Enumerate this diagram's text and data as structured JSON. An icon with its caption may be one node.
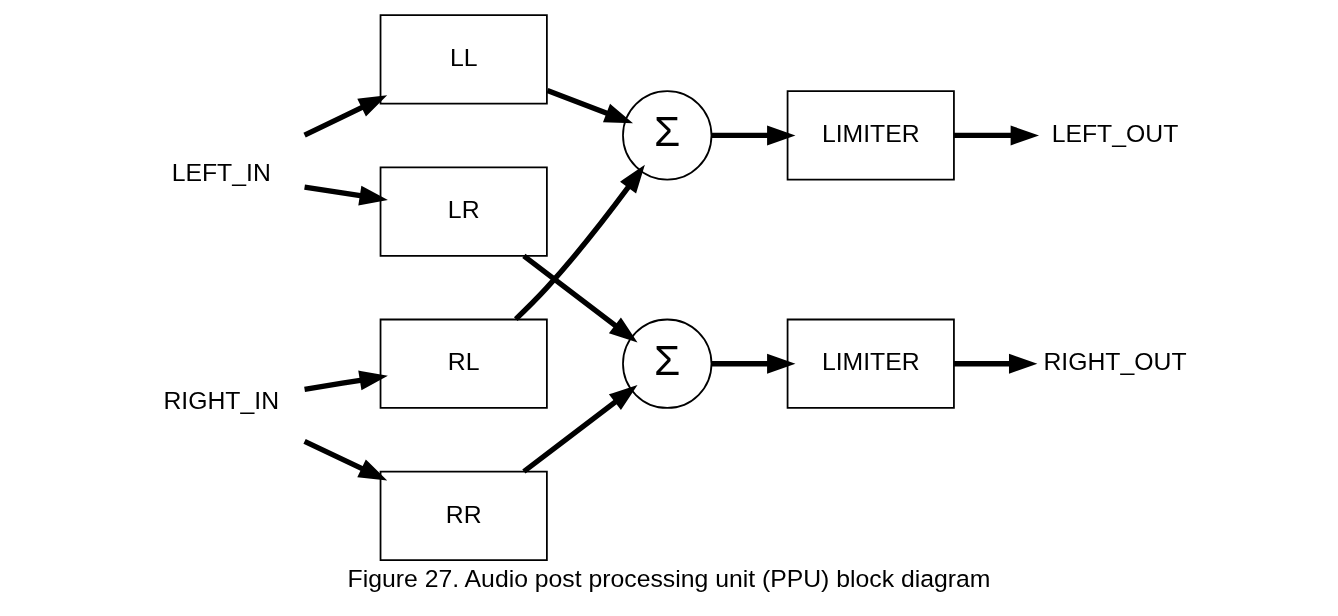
{
  "diagram": {
    "caption": "Figure 27. Audio post processing unit (PPU) block diagram",
    "nodes": [
      {
        "text": [
          "LEFT_IN"
        ]
      },
      {
        "text": [
          "LL"
        ]
      },
      {
        "text": [
          "Σ"
        ]
      },
      {
        "text": [
          "LIMITER"
        ]
      },
      {
        "text": [
          "LEFT_OUT"
        ]
      },
      {
        "text": [
          "RL"
        ]
      },
      {
        "text": [
          "LR"
        ]
      },
      {
        "text": [
          "RIGHT_IN"
        ]
      },
      {
        "text": [
          "RR"
        ]
      },
      {
        "text": [
          "Σ"
        ]
      },
      {
        "text": [
          "LIMITER"
        ]
      },
      {
        "text": [
          "RIGHT_OUT"
        ]
      }
    ],
    "edges": [
      {
        "from": 0,
        "to": 1,
        "arrow": "to"
      },
      {
        "from": 0,
        "to": 6,
        "arrow": "to"
      },
      {
        "from": 1,
        "to": 2,
        "arrow": "to"
      },
      {
        "from": 5,
        "to": 2,
        "arrow": "to"
      },
      {
        "from": 2,
        "to": 3,
        "arrow": "to"
      },
      {
        "from": 3,
        "to": 4,
        "arrow": "to"
      },
      {
        "from": 7,
        "to": 5,
        "arrow": "to"
      },
      {
        "from": 7,
        "to": 8,
        "arrow": "to"
      },
      {
        "from": 6,
        "to": 9,
        "arrow": "to"
      },
      {
        "from": 8,
        "to": 9,
        "arrow": "to"
      },
      {
        "from": 9,
        "to": 10,
        "arrow": "to"
      },
      {
        "from": 10,
        "to": 11,
        "arrow": "to"
      }
    ]
  }
}
